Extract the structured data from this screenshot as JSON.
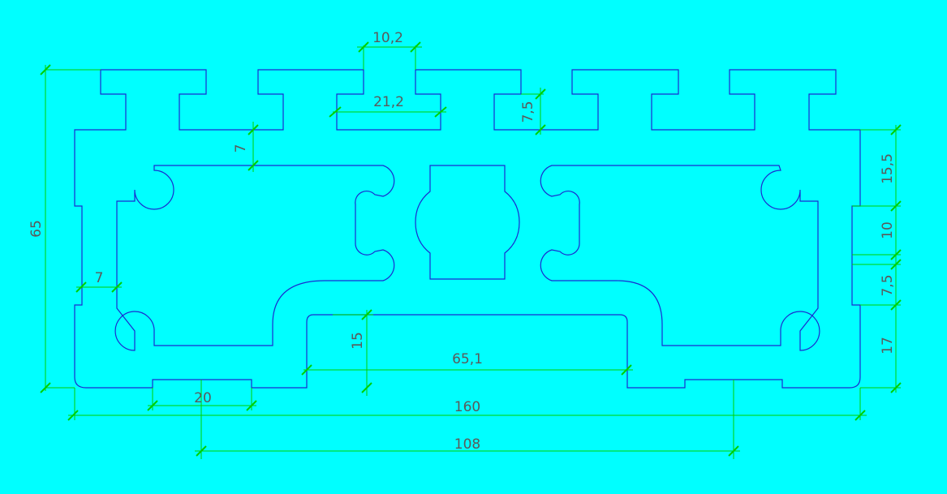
{
  "drawing": {
    "background_color": "#00ffff",
    "profile_color": "#1a2bd0",
    "dimension_color": "#00d000",
    "text_color": "#5a5a5a"
  },
  "dimensions": {
    "slot_opening_width": "10,2",
    "slot_inner_width": "21,2",
    "slot_depth": "7,5",
    "wall_top": "7",
    "wall_side": "7",
    "overall_height": "65",
    "right_15_5": "15,5",
    "right_10": "10",
    "right_7_5": "7,5",
    "right_17": "17",
    "bottom_channel_depth": "15",
    "bottom_channel_width": "65,1",
    "bottom_pad_width": "20",
    "overall_width": "160",
    "slot_spacing": "108"
  }
}
